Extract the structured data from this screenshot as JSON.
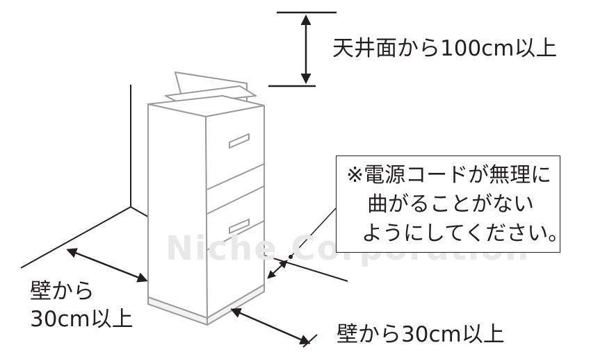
{
  "labels": {
    "ceiling_clearance": "天井面から100cm以上",
    "side_wall_line1": "壁から",
    "side_wall_line2": "30cm以上",
    "back_wall_clearance": "壁から30cm以上"
  },
  "note": {
    "line1": "※電源コードが無理に",
    "line2": "曲がることがない",
    "line3": "ようにしてください。"
  },
  "watermark": "Niche Corporation",
  "colors": {
    "line": "#231f20",
    "appliance_outline": "#9a9a9a",
    "watermark": "#e8e8e8"
  }
}
